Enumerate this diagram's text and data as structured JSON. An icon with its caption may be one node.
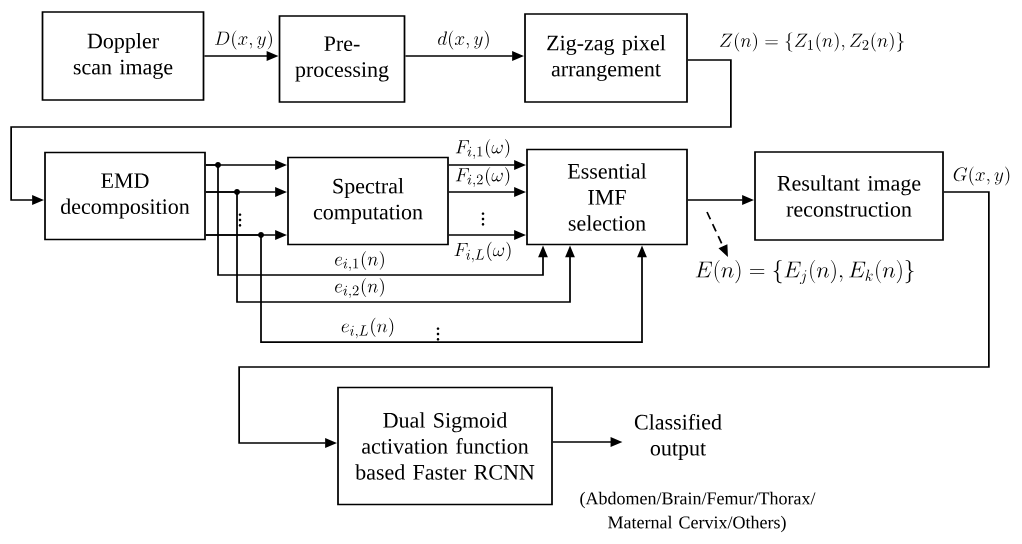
{
  "diagram": {
    "nodes": [
      {
        "text": [
          "Doppler scan image"
        ]
      },
      {
        "text": [
          "Pre-processing"
        ]
      },
      {
        "text": [
          "Zig-zag pixel arrangement"
        ]
      },
      {
        "text": [
          "EMD decomposition"
        ]
      },
      {
        "text": [
          "Spectral computation"
        ]
      },
      {
        "text": [
          "Essential IMF selection"
        ]
      },
      {
        "text": [
          "Resultant image reconstruction"
        ]
      },
      {
        "text": [
          "Dual Sigmoid activation function based Faster RCNN"
        ]
      },
      {
        "text": [
          "Classified output"
        ]
      },
      {
        "text": [
          "E(n)=\\{E_j(n),E_k(n)\\}"
        ]
      }
    ],
    "edges": [
      {
        "from": 0,
        "to": 1,
        "arrow": "to",
        "label": "D(x,y)"
      },
      {
        "from": 1,
        "to": 2,
        "arrow": "to",
        "label": "d(x,y)"
      },
      {
        "from": 2,
        "to": 3,
        "arrow": "to",
        "label": "Z(n)=\\{Z_1(n),Z_2(n)\\}"
      },
      {
        "from": 3,
        "to": 4,
        "arrow": "to"
      },
      {
        "from": 3,
        "to": 4,
        "arrow": "to"
      },
      {
        "from": 3,
        "to": 4,
        "arrow": "to"
      },
      {
        "from": 4,
        "to": 5,
        "arrow": "to",
        "label": "F_{i,1}(\\omega)"
      },
      {
        "from": 4,
        "to": 5,
        "arrow": "to",
        "label": "F_{i,2}(\\omega)"
      },
      {
        "from": 4,
        "to": 5,
        "arrow": "to",
        "label": "F_{i,L}(\\omega)"
      },
      {
        "from": 3,
        "to": 5,
        "arrow": "to",
        "label": "e_{i,1}(n)"
      },
      {
        "from": 3,
        "to": 5,
        "arrow": "to",
        "label": "e_{i,2}(n)"
      },
      {
        "from": 3,
        "to": 5,
        "arrow": "to",
        "label": "e_{i,L}(n)"
      },
      {
        "from": 5,
        "to": 6,
        "arrow": "to"
      },
      {
        "from": 6,
        "to": 7,
        "arrow": "to",
        "label": "G(x,y)"
      },
      {
        "from": 7,
        "to": 8,
        "arrow": "to"
      },
      {
        "from": null,
        "to": 9,
        "arrow": "to",
        "style": "dashed"
      }
    ],
    "labels": [
      "\\vdots",
      "\\vdots",
      "\\vdots",
      "(Abdomen/Brain/Femur/Thorax/ Maternal Cervix/Others)"
    ]
  }
}
